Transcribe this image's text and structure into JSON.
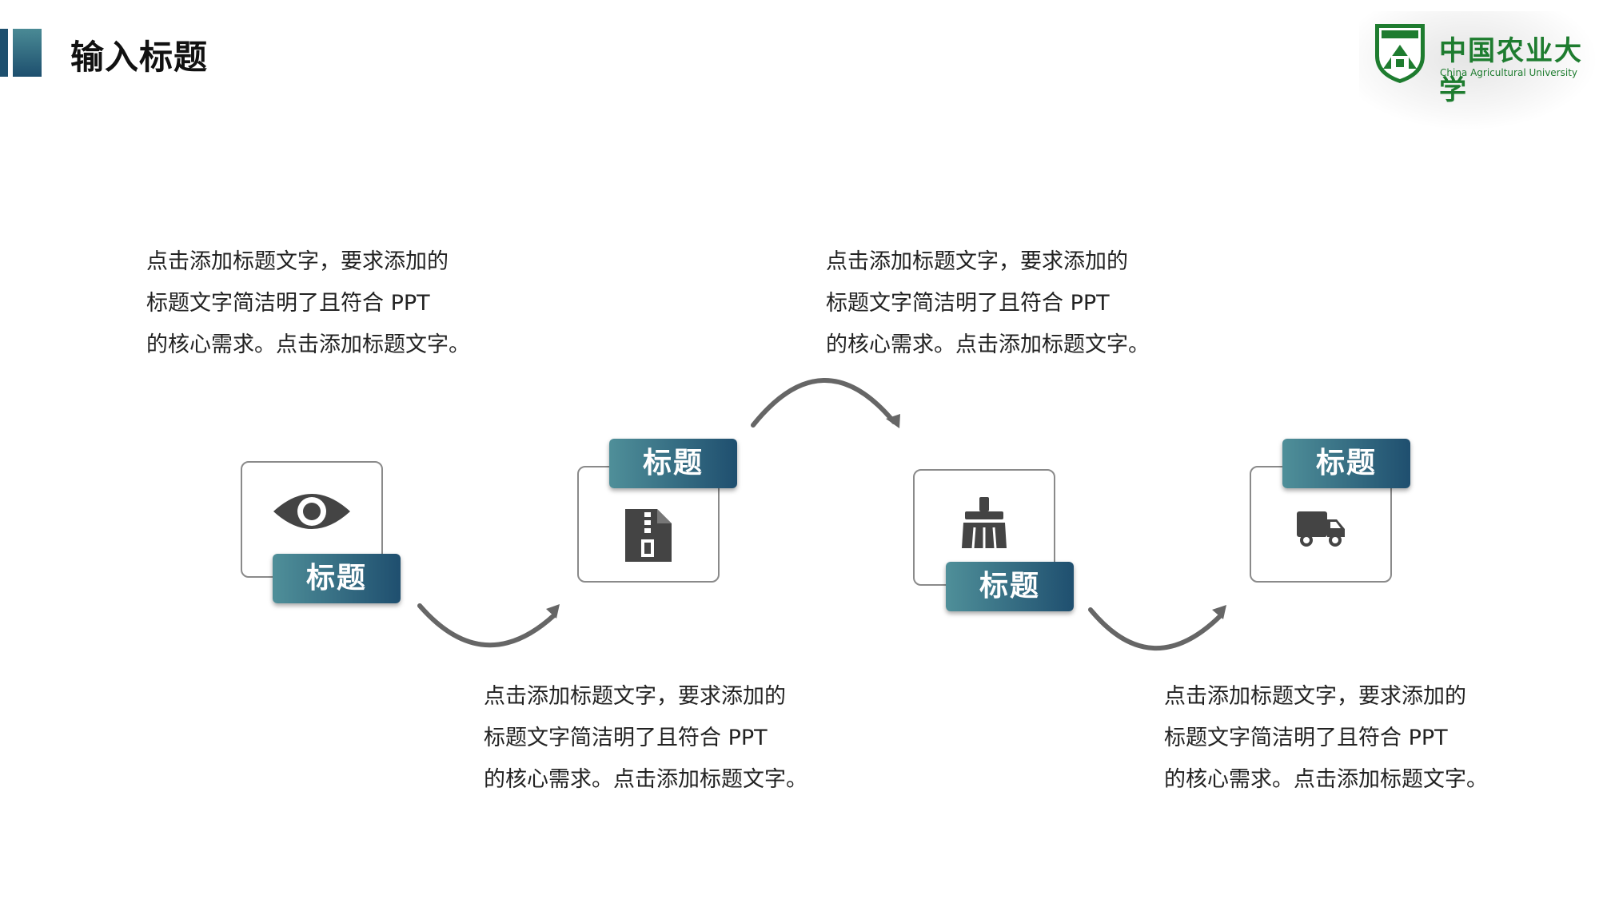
{
  "header": {
    "title": "输入标题"
  },
  "logo": {
    "cn_name": "中国农业大学",
    "en_name": "China Agricultural University",
    "brand_color": "#1e7c2f"
  },
  "steps": [
    {
      "tag": "标题",
      "icon": "eye-icon",
      "desc": [
        "点击添加标题文字，要求添加的",
        "标题文字简洁明了且符合 PPT",
        "的核心需求。点击添加标题文字。"
      ]
    },
    {
      "tag": "标题",
      "icon": "zip-file-icon",
      "desc": [
        "点击添加标题文字，要求添加的",
        "标题文字简洁明了且符合 PPT",
        "的核心需求。点击添加标题文字。"
      ]
    },
    {
      "tag": "标题",
      "icon": "broom-icon",
      "desc": [
        "点击添加标题文字，要求添加的",
        "标题文字简洁明了且符合 PPT",
        "的核心需求。点击添加标题文字。"
      ]
    },
    {
      "tag": "标题",
      "icon": "truck-icon",
      "desc": [
        "点击添加标题文字，要求添加的",
        "标题文字简洁明了且符合 PPT",
        "的核心需求。点击添加标题文字。"
      ]
    }
  ],
  "colors": {
    "tag_gradient_start": "#4f8f99",
    "tag_gradient_end": "#1f4f6f",
    "icon_gray": "#444444",
    "arrow_gray": "#666666"
  }
}
